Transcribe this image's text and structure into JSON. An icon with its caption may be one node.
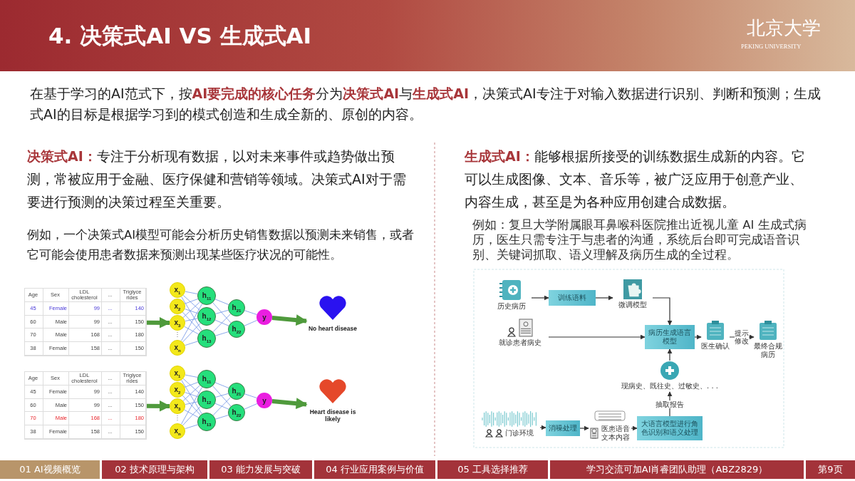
{
  "diagram": {
    "title": "4. 决策式AI VS 生成式AI",
    "nodes": [
      {
        "text": [
          "Age",
          "Sex",
          "LDL cholesterol",
          "...",
          "Triglyce rides",
          "45",
          "Female",
          "99",
          "...",
          "140",
          "60",
          "Male",
          "99",
          "...",
          "150",
          "70",
          "Male",
          "168",
          "...",
          "180",
          "38",
          "Female",
          "158",
          "...",
          "150"
        ]
      },
      {
        "text": [
          "x$_{1}$"
        ]
      },
      {
        "text": [
          "x$_{2}$"
        ]
      },
      {
        "text": [
          "x$_{3}$"
        ]
      },
      {
        "text": [
          "x$_{n}$"
        ]
      },
      {
        "text": [
          "h$_{11}$"
        ]
      },
      {
        "text": [
          "h$_{12}$"
        ]
      },
      {
        "text": [
          "h$_{13}$"
        ]
      },
      {
        "text": [
          "h$_{21}$"
        ]
      },
      {
        "text": [
          "h$_{22}$"
        ]
      },
      {
        "text": [
          "y"
        ]
      },
      {
        "text": [
          "No heart disease"
        ]
      },
      {
        "text": [
          "Age",
          "Sex",
          "LDL cholesterol",
          "...",
          "Triglyce rides",
          "45",
          "Female",
          "99",
          "...",
          "140",
          "60",
          "Male",
          "99",
          "...",
          "150",
          "70",
          "Male",
          "168",
          "...",
          "180",
          "38",
          "Female",
          "158",
          "...",
          "150"
        ]
      },
      {
        "text": [
          "x$_{1}$"
        ]
      },
      {
        "text": [
          "x$_{2}$"
        ]
      },
      {
        "text": [
          "x$_{3}$"
        ]
      },
      {
        "text": [
          "x$_{n}$"
        ]
      },
      {
        "text": [
          "h$_{11}$"
        ]
      },
      {
        "text": [
          "h$_{12}$"
        ]
      },
      {
        "text": [
          "h$_{13}$"
        ]
      },
      {
        "text": [
          "h$_{21}$"
        ]
      },
      {
        "text": [
          "h$_{22}$"
        ]
      },
      {
        "text": [
          "y"
        ]
      },
      {
        "text": [
          "Heart disease is likely"
        ]
      },
      {
        "text": [
          "历史病历"
        ]
      },
      {
        "text": [
          "训练语料"
        ]
      },
      {
        "text": [
          "微调模型"
        ]
      },
      {
        "text": [
          "就诊患者病史"
        ]
      },
      {
        "text": [
          "病历生成语言模型"
        ]
      },
      {
        "text": [
          "医生确认"
        ]
      },
      {
        "text": [
          "最终合规病历"
        ]
      },
      {
        "text": [
          "现病史、既往史、过敏史、. . ."
        ]
      },
      {
        "text": [
          "门诊环境"
        ]
      },
      {
        "text": [
          "消噪处理"
        ]
      },
      {
        "text": [
          "医患语音文本内容"
        ]
      },
      {
        "text": [
          "大语言模型进行角色识别和语义处理"
        ]
      }
    ],
    "edges": [
      {
        "from": 0,
        "to": 3,
        "arrow": "to",
        "style": "thick",
        "color": "#4f9a3c"
      },
      {
        "from": 1,
        "to": 5,
        "arrow": "none"
      },
      {
        "from": 1,
        "to": 6,
        "arrow": "none"
      },
      {
        "from": 1,
        "to": 7,
        "arrow": "none"
      },
      {
        "from": 2,
        "to": 5,
        "arrow": "none"
      },
      {
        "from": 2,
        "to": 6,
        "arrow": "none"
      },
      {
        "from": 2,
        "to": 7,
        "arrow": "none"
      },
      {
        "from": 3,
        "to": 5,
        "arrow": "none"
      },
      {
        "from": 3,
        "to": 6,
        "arrow": "none"
      },
      {
        "from": 3,
        "to": 7,
        "arrow": "none"
      },
      {
        "from": 4,
        "to": 5,
        "arrow": "none"
      },
      {
        "from": 4,
        "to": 6,
        "arrow": "none"
      },
      {
        "from": 4,
        "to": 7,
        "arrow": "none"
      },
      {
        "from": 5,
        "to": 8,
        "arrow": "none"
      },
      {
        "from": 5,
        "to": 9,
        "arrow": "none"
      },
      {
        "from": 6,
        "to": 8,
        "arrow": "none"
      },
      {
        "from": 6,
        "to": 9,
        "arrow": "none"
      },
      {
        "from": 7,
        "to": 8,
        "arrow": "none"
      },
      {
        "from": 7,
        "to": 9,
        "arrow": "none"
      },
      {
        "from": 8,
        "to": 10,
        "arrow": "none"
      },
      {
        "from": 9,
        "to": 10,
        "arrow": "none"
      },
      {
        "from": 10,
        "to": 11,
        "arrow": "to",
        "style": "thick",
        "color": "#4f9a3c"
      },
      {
        "from": 12,
        "to": 15,
        "arrow": "to",
        "style": "thick",
        "color": "#4f9a3c"
      },
      {
        "from": 13,
        "to": 17,
        "arrow": "none"
      },
      {
        "from": 13,
        "to": 18,
        "arrow": "none"
      },
      {
        "from": 13,
        "to": 19,
        "arrow": "none"
      },
      {
        "from": 14,
        "to": 17,
        "arrow": "none"
      },
      {
        "from": 14,
        "to": 18,
        "arrow": "none"
      },
      {
        "from": 14,
        "to": 19,
        "arrow": "none"
      },
      {
        "from": 15,
        "to": 17,
        "arrow": "none"
      },
      {
        "from": 15,
        "to": 18,
        "arrow": "none"
      },
      {
        "from": 15,
        "to": 19,
        "arrow": "none"
      },
      {
        "from": 16,
        "to": 17,
        "arrow": "none"
      },
      {
        "from": 16,
        "to": 18,
        "arrow": "none"
      },
      {
        "from": 16,
        "to": 19,
        "arrow": "none"
      },
      {
        "from": 17,
        "to": 20,
        "arrow": "none"
      },
      {
        "from": 17,
        "to": 21,
        "arrow": "none"
      },
      {
        "from": 18,
        "to": 20,
        "arrow": "none"
      },
      {
        "from": 18,
        "to": 21,
        "arrow": "none"
      },
      {
        "from": 19,
        "to": 20,
        "arrow": "none"
      },
      {
        "from": 19,
        "to": 21,
        "arrow": "none"
      },
      {
        "from": 20,
        "to": 22,
        "arrow": "none"
      },
      {
        "from": 21,
        "to": 22,
        "arrow": "none"
      },
      {
        "from": 22,
        "to": 23,
        "arrow": "to",
        "style": "thick",
        "color": "#4f9a3c"
      },
      {
        "from": 24,
        "to": 25,
        "arrow": "to",
        "color": "#333333"
      },
      {
        "from": 25,
        "to": 26,
        "arrow": "to",
        "color": "#333333"
      },
      {
        "from": 26,
        "to": 28,
        "arrow": "to",
        "color": "#333333"
      },
      {
        "from": 27,
        "to": 28,
        "arrow": "to",
        "color": "#333333"
      },
      {
        "from": 28,
        "to": 29,
        "arrow": "to",
        "color": "#333333"
      },
      {
        "from": 29,
        "to": 30,
        "arrow": "to",
        "label": "提示修改",
        "color": "#333333"
      },
      {
        "from": 31,
        "to": 28,
        "arrow": "to",
        "color": "#333333"
      },
      {
        "from": 35,
        "to": 31,
        "arrow": "to",
        "label": "抽取报告",
        "color": "#333333"
      },
      {
        "from": 32,
        "to": 33,
        "arrow": "to",
        "color": "#333333"
      },
      {
        "from": 33,
        "to": 34,
        "arrow": "to",
        "color": "#333333"
      },
      {
        "from": 34,
        "to": 35,
        "arrow": "to",
        "color": "#333333"
      }
    ],
    "labels": [
      "北京大学",
      "PEKING UNIVERSITY",
      "在基于学习的AI范式下，按**AI要完成的核心任务**分为**决策式AI**与**生成式AI**，决策式AI专注于对输入数据进行识别、判断和预测；生成式AI的目标是根据学习到的模式创造和生成全新的、原创的内容。",
      "**决策式AI：**专注于分析现有数据，以对未来事件或趋势做出预测，常被应用于金融、医疗保健和营销等领域。决策式AI对于需要进行预测的决策过程至关重要。",
      "例如，一个决策式AI模型可能会分析历史销售数据以预测未来销售，或者它可能会使用患者数据来预测出现某些医疗状况的可能性。",
      "**生成式AI：**能够根据所接受的训练数据生成新的内容。它可以生成图像、文本、音乐等，被广泛应用于创意产业、内容生成，甚至是为各种应用创建合成数据。",
      "例如：复旦大学附属眼耳鼻喉科医院推出近视儿童 AI 生成式病历，医生只需专注于与患者的沟通，系统后台即可完成语音识别、关键词抓取、语义理解及病历生成的全过程。",
      "01 AI视频概览",
      "02 技术原理与架构",
      "03 能力发展与突破",
      "04 行业应用案例与价值",
      "05 工具选择推荐",
      "学习交流可加AI肖睿团队助理（ABZ2829）",
      "第9页"
    ]
  }
}
